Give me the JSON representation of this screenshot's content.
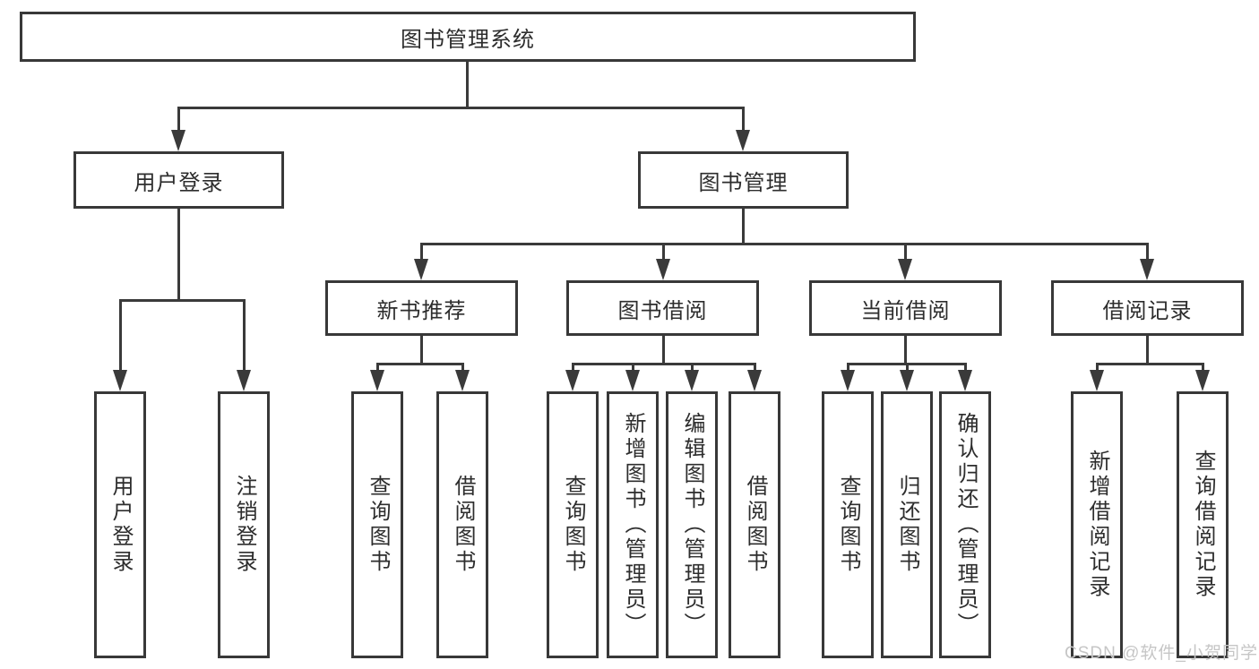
{
  "diagram": {
    "root": "图书管理系统",
    "level2": {
      "user_login": "用户登录",
      "book_mgmt": "图书管理"
    },
    "level3": {
      "new_book": "新书推荐",
      "borrow": "图书借阅",
      "current": "当前借阅",
      "records": "借阅记录"
    },
    "leaves": {
      "user_login": "用户登录",
      "logout": "注销登录",
      "newbook_query": "查询图书",
      "newbook_borrow": "借阅图书",
      "borrow_query": "查询图书",
      "borrow_add": "新增图书（管理员）",
      "borrow_edit": "编辑图书（管理员）",
      "borrow_borrow": "借阅图书",
      "current_query": "查询图书",
      "current_return": "归还图书",
      "current_confirm": "确认归还（管理员）",
      "records_add": "新增借阅记录",
      "records_query": "查询借阅记录"
    },
    "watermark": "CSDN @软件_小贺同学",
    "colors": {
      "line": "#3a3a3a",
      "border": "#383838",
      "text": "#2d2d2d",
      "watermark": "#c6c6c6",
      "background": "#ffffff"
    }
  }
}
